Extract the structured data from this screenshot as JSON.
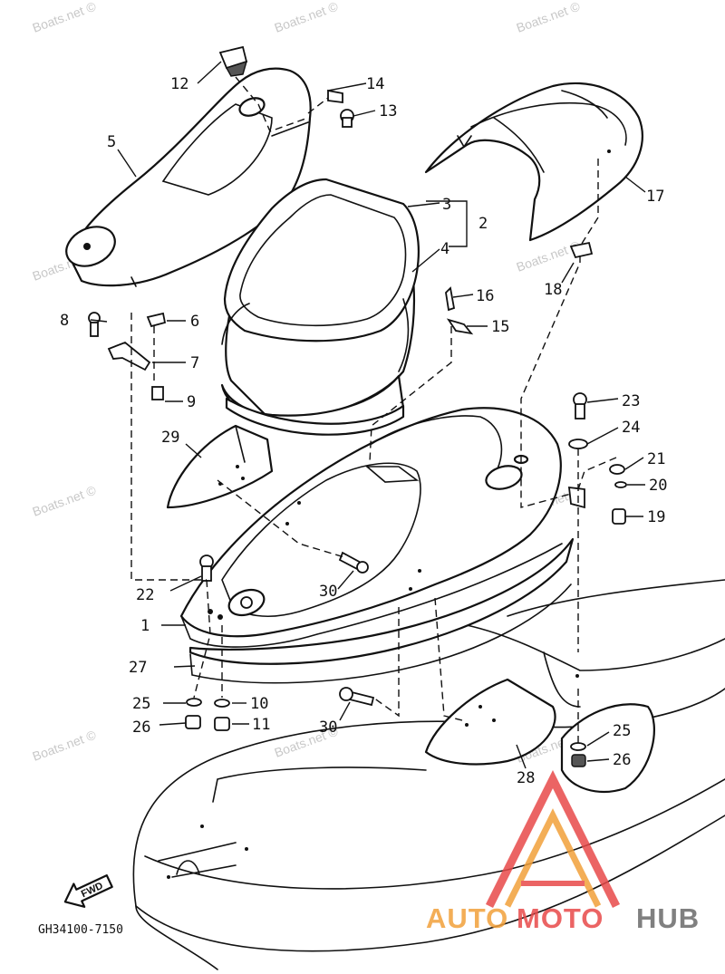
{
  "watermark_text": "Boats.net ©",
  "diagram_code": "GH34100-7150",
  "fwd_label": "FWD",
  "logo": {
    "part1": "AUTO",
    "part2": "MOTO",
    "part3": "HUB"
  },
  "callouts": {
    "c1": "1",
    "c2": "2",
    "c3": "3",
    "c4": "4",
    "c5": "5",
    "c6": "6",
    "c7": "7",
    "c8": "8",
    "c9": "9",
    "c10": "10",
    "c11": "11",
    "c12": "12",
    "c13": "13",
    "c14": "14",
    "c15": "15",
    "c16": "16",
    "c17": "17",
    "c18": "18",
    "c19": "19",
    "c20": "20",
    "c21": "21",
    "c22": "22",
    "c23": "23",
    "c24": "24",
    "c25a": "25",
    "c25b": "25",
    "c26a": "26",
    "c26b": "26",
    "c27": "27",
    "c28": "28",
    "c29": "29",
    "c30a": "30",
    "c30b": "30"
  },
  "colors": {
    "line": "#111111",
    "watermark": "#c8c8c8",
    "logo_red": "#e84a4a",
    "logo_orange": "#f2a03a",
    "logo_gray": "#6a6a6a"
  }
}
